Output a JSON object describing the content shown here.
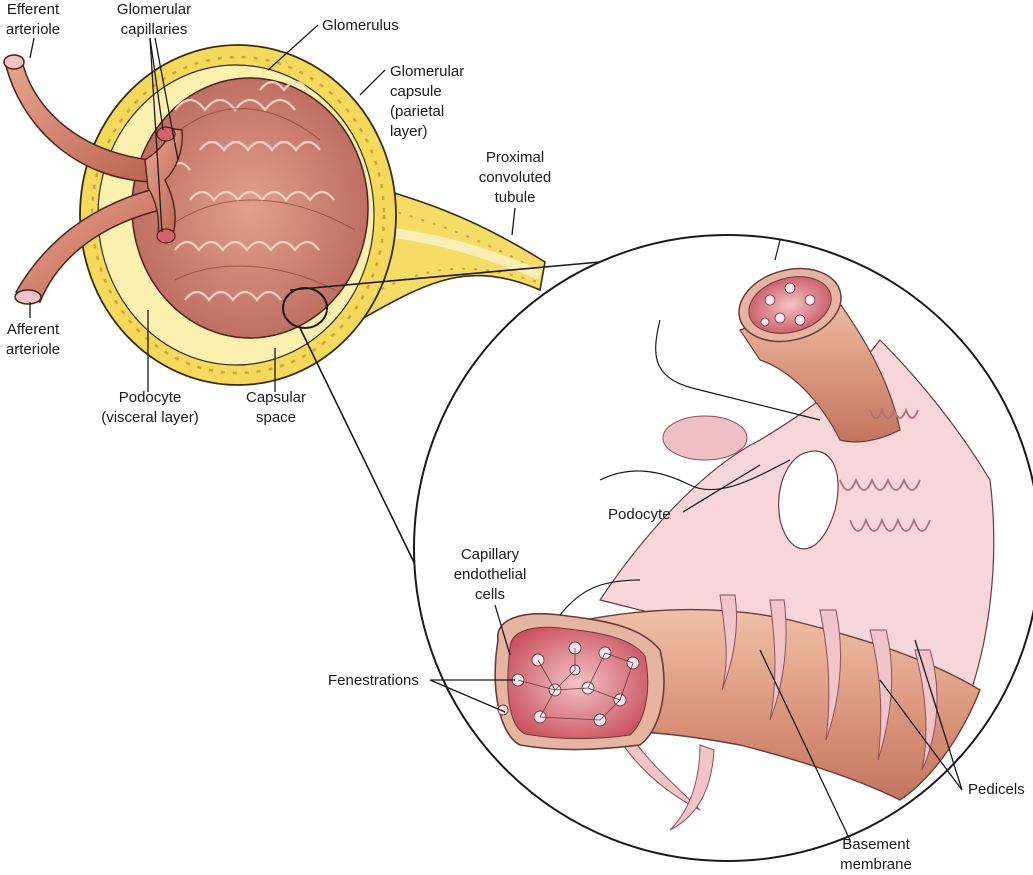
{
  "labels": {
    "efferent_arteriole": "Efferent\narteriole",
    "glomerular_capillaries": "Glomerular\ncapillaries",
    "glomerulus": "Glomerulus",
    "glomerular_capsule": "Glomerular\ncapsule\n(parietal\nlayer)",
    "proximal_convoluted_tubule": "Proximal\nconvoluted\ntubule",
    "afferent_arteriole": "Afferent\narteriole",
    "podocyte_visceral": "Podocyte\n(visceral layer)",
    "capsular_space": "Capsular\nspace",
    "podocyte": "Podocyte",
    "capillary_endothelial_cells": "Capillary\nendothelial\ncells",
    "fenestrations": "Fenestrations",
    "pedicels": "Pedicels",
    "basement_membrane": "Basement\nmembrane"
  },
  "colors": {
    "capsule_yellow": "#f6df6a",
    "capsule_light": "#fbf0b0",
    "vessel": "#d98f78",
    "vessel_dark": "#b5614f",
    "glomerulus": "#c9786a",
    "podocyte_pink": "#f3cfd3",
    "lumen": "#c4555c"
  }
}
